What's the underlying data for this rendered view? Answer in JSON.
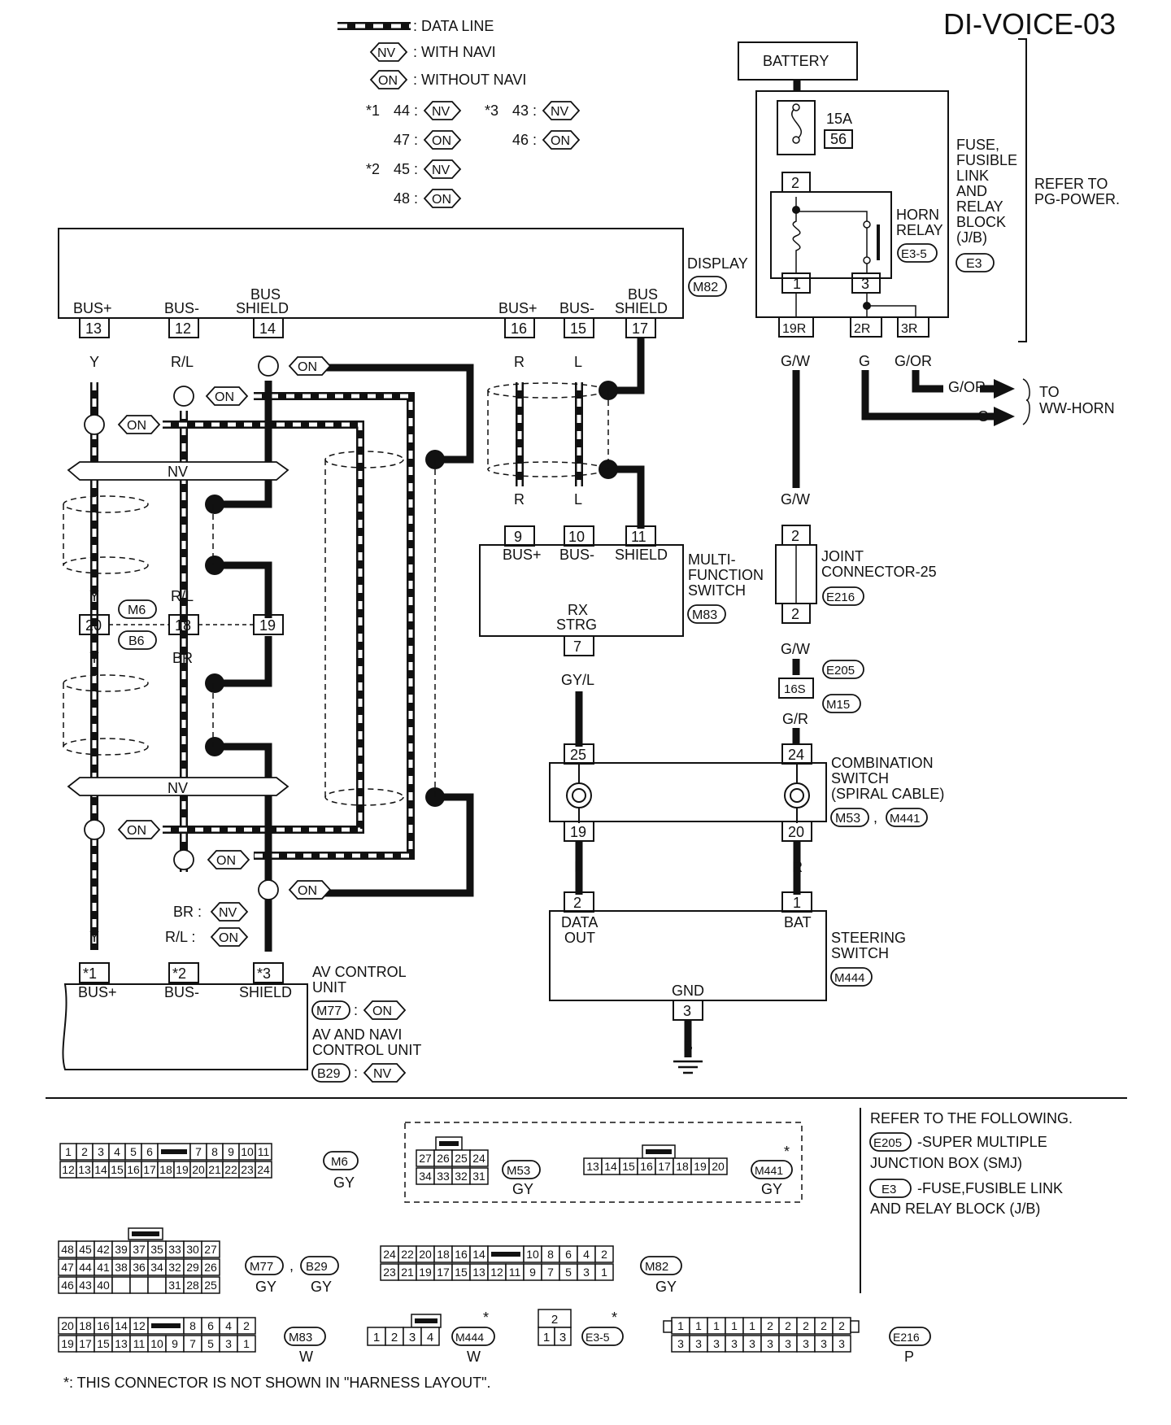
{
  "page_id": "DI-VOICE-03",
  "legend": {
    "data_line": ": DATA LINE",
    "with_navi_tag": "NV",
    "with_navi": ": WITH NAVI",
    "without_navi_tag": "ON",
    "without_navi": ": WITHOUT NAVI",
    "star1": "*1",
    "star2": "*2",
    "star3": "*3",
    "n44": "44 :",
    "n47": "47 :",
    "n45": "45 :",
    "n48": "48 :",
    "n43": "43 :",
    "n46": "46 :"
  },
  "display": {
    "label": "DISPLAY",
    "code": "M82",
    "bus_plus": "BUS+",
    "bus_minus": "BUS-",
    "bus": "BUS",
    "shield": "SHIELD",
    "pins": [
      "13",
      "12",
      "14",
      "16",
      "15",
      "17"
    ]
  },
  "wire_colors": {
    "y": "Y",
    "rl": "R/L",
    "r": "R",
    "l": "L",
    "br": "BR",
    "gw": "G/W",
    "g": "G",
    "gor": "G/OR",
    "gyl": "GY/L",
    "gr": "G/R",
    "b": "B"
  },
  "nv_bar": "NV",
  "on_tag": "ON",
  "nv_tag": "NV",
  "inline_connectors": {
    "m6": "M6",
    "b6": "B6",
    "pins": [
      "20",
      "18",
      "19"
    ]
  },
  "av_unit": {
    "pins": [
      "*1",
      "*2",
      "*3"
    ],
    "bus_plus": "BUS+",
    "bus_minus": "BUS-",
    "shield": "SHIELD",
    "line1": "AV CONTROL",
    "line2": "UNIT",
    "code1": "M77",
    "line3": "AV AND NAVI",
    "line4": "CONTROL UNIT",
    "code2": "B29",
    "br_nv": "BR :",
    "rl_on": "R/L :"
  },
  "multi_switch": {
    "line1": "MULTI-",
    "line2": "FUNCTION",
    "line3": "SWITCH",
    "code": "M83",
    "pins": [
      "9",
      "10",
      "11",
      "7"
    ],
    "bus_plus": "BUS+",
    "bus_minus": "BUS-",
    "shield": "SHIELD",
    "rx": "RX",
    "strg": "STRG"
  },
  "battery": {
    "label": "BATTERY",
    "fuse_amp": "15A",
    "fuse_no": "56",
    "relay_line1": "HORN",
    "relay_line2": "RELAY",
    "relay_code": "E3-5",
    "block_lines": [
      "FUSE,",
      "FUSIBLE",
      "LINK",
      "AND",
      "RELAY",
      "BLOCK",
      "(J/B)"
    ],
    "block_code": "E3",
    "refer_line1": "REFER TO",
    "refer_line2": "PG-POWER.",
    "pins": [
      "2",
      "1",
      "3",
      "19R",
      "2R",
      "3R"
    ],
    "to_line1": "TO",
    "to_line2": "WW-HORN"
  },
  "joint": {
    "line1": "JOINT",
    "line2": "CONNECTOR-25",
    "code": "E216",
    "pins": [
      "2",
      "2"
    ],
    "smj1": "E205",
    "smj_pin": "16S",
    "smj2": "M15"
  },
  "combination": {
    "line1": "COMBINATION",
    "line2": "SWITCH",
    "line3": "(SPIRAL CABLE)",
    "code1": "M53",
    "code2": "M441",
    "pins": [
      "25",
      "24",
      "19",
      "20"
    ]
  },
  "steering": {
    "line1": "STEERING",
    "line2": "SWITCH",
    "code": "M444",
    "pins": [
      "2",
      "1",
      "3"
    ],
    "data": "DATA",
    "out": "OUT",
    "bat": "BAT",
    "gnd": "GND"
  },
  "refer": {
    "title": "REFER TO THE FOLLOWING.",
    "code1": "E205",
    "text1a": "-SUPER MULTIPLE",
    "text1b": "JUNCTION BOX (SMJ)",
    "code2": "E3",
    "text2a": "-FUSE,FUSIBLE LINK",
    "text2b": "AND RELAY BLOCK (J/B)"
  },
  "connector_faces": {
    "m6": {
      "code": "M6",
      "color": "GY"
    },
    "m53": {
      "code": "M53",
      "color": "GY"
    },
    "m441": {
      "code": "M441",
      "color": "GY",
      "star": "*"
    },
    "m77": {
      "code": "M77",
      "code2": "B29",
      "color": "GY",
      "color2": "GY"
    },
    "m82": {
      "code": "M82",
      "color": "GY"
    },
    "m83": {
      "code": "M83",
      "color": "W"
    },
    "m444": {
      "code": "M444",
      "color": "W",
      "star": "*"
    },
    "e35": {
      "code": "E3-5",
      "star": "*"
    },
    "e216": {
      "code": "E216",
      "color": "P"
    }
  },
  "footnote": "*: THIS CONNECTOR IS NOT SHOWN IN \"HARNESS LAYOUT\"."
}
